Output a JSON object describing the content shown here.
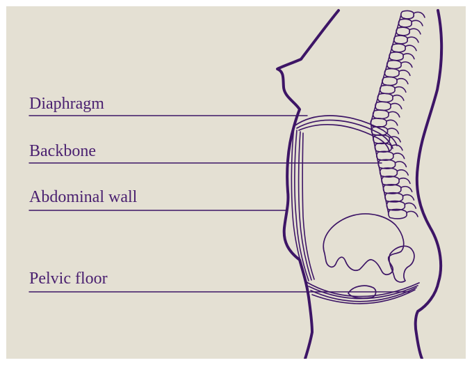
{
  "colors": {
    "background": "#e4e0d3",
    "ink": "#3d1566",
    "label_text": "#4a2070"
  },
  "labels": {
    "diaphragm": "Diaphragm",
    "backbone": "Backbone",
    "abdominal_wall": "Abdominal wall",
    "pelvic_floor": "Pelvic floor"
  }
}
